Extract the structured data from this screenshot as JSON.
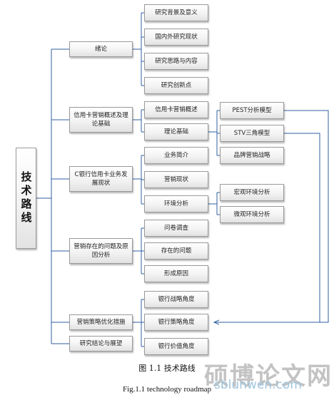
{
  "root": "技术路线",
  "level1": [
    {
      "label": "绪论"
    },
    {
      "label": "信用卡营销概述及理论基础"
    },
    {
      "label": "C银行信用卡业务发展现状"
    },
    {
      "label": "营销存在的问题及原因分析"
    },
    {
      "label": "营销策略优化措施"
    },
    {
      "label": "研究结论与展望"
    }
  ],
  "level2": [
    {
      "label": "研究背景及意义"
    },
    {
      "label": "国内外研究现状"
    },
    {
      "label": "研究思路与内容"
    },
    {
      "label": "研究创新点"
    },
    {
      "label": "信用卡营销概述"
    },
    {
      "label": "理论基础"
    },
    {
      "label": "业务简介"
    },
    {
      "label": "营销现状"
    },
    {
      "label": "环境分析"
    },
    {
      "label": "问卷调查"
    },
    {
      "label": "存在的问题"
    },
    {
      "label": "形成原因"
    },
    {
      "label": "银行战略角度"
    },
    {
      "label": "银行策略角度"
    },
    {
      "label": "银行价值角度"
    }
  ],
  "level3": [
    {
      "label": "PEST分析模型"
    },
    {
      "label": "STV三角模型"
    },
    {
      "label": "品牌营销战略"
    },
    {
      "label": "宏观环境分析"
    },
    {
      "label": "微观环境分析"
    }
  ],
  "caption_cn": "图 1.1  技术路线",
  "caption_en": "Fig.1.1 technology roadmap",
  "watermark_cn": "硕博论文网",
  "watermark_url": "sblunwen.com",
  "colors": {
    "box_border": "#9a9a9a",
    "line": "#2f5fa0",
    "text": "#222222"
  }
}
